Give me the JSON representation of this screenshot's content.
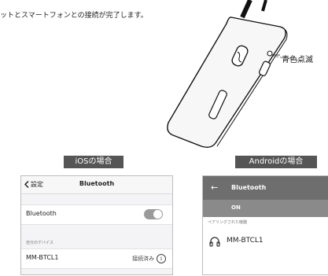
{
  "instruction": "ットとスマートフォンとの接続が完了します。",
  "callout_label": "青色点滅",
  "ios": {
    "section_title": "iOSの場合",
    "back_label": "設定",
    "nav_title": "Bluetooth",
    "toggle_label": "Bluetooth",
    "toggle_on": true,
    "devices_header": "自分のデバイス",
    "device_name": "MM-BTCL1",
    "device_status": "接続済み"
  },
  "android": {
    "section_title": "Androidの場合",
    "title": "Bluetooth",
    "on_label": "ON",
    "paired_header": "ペアリングされた機器",
    "device_name": "MM-BTCL1"
  }
}
